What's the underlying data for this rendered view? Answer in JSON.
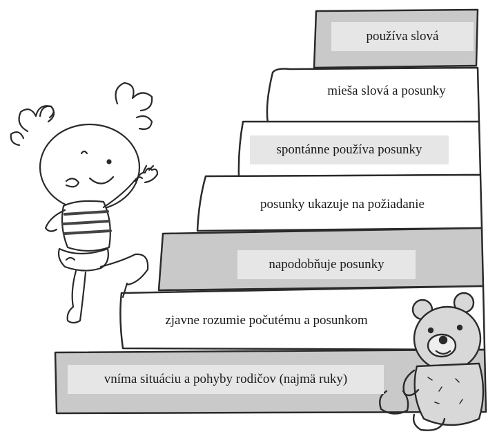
{
  "steps": [
    {
      "label": "vníma situáciu a pohyby rodičov (najmä ruky)",
      "shade": "dark",
      "boxed": true
    },
    {
      "label": "zjavne rozumie počutému a posunkom",
      "shade": "light",
      "boxed": false
    },
    {
      "label": "napodobňuje posunky",
      "shade": "dark",
      "boxed": true
    },
    {
      "label": "posunky ukazuje na požiadanie",
      "shade": "light",
      "boxed": false
    },
    {
      "label": "spontánne používa posunky",
      "shade": "light",
      "boxed": true
    },
    {
      "label": "mieša slová a posunky",
      "shade": "light",
      "boxed": false
    },
    {
      "label": "používa slová",
      "shade": "dark",
      "boxed": true
    }
  ],
  "colors": {
    "dark_step": "#c9c9c9",
    "light_step": "#ffffff",
    "label_box": "#e6e6e6",
    "line": "#2a2a2a"
  },
  "illustration": {
    "left": "girl-climbing-illustration",
    "right": "teddy-bear-illustration"
  }
}
